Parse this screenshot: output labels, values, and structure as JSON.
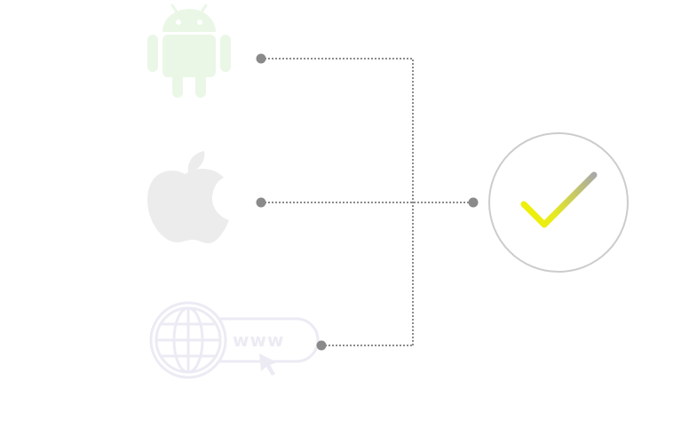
{
  "platforms": [
    {
      "id": "android",
      "icon": "android-icon"
    },
    {
      "id": "apple",
      "icon": "apple-icon"
    },
    {
      "id": "web",
      "icon": "globe-www-icon",
      "label": "www"
    }
  ],
  "result": {
    "icon": "checkmark-icon"
  },
  "colors": {
    "android": "#eaf7e6",
    "apple": "#ececec",
    "web": "#ecebf4",
    "connector": "#8c8c8c",
    "dot": "#8a8a8a",
    "circle": "#cccccc",
    "check_start": "#f2f200",
    "check_end": "#a8a8a8"
  }
}
